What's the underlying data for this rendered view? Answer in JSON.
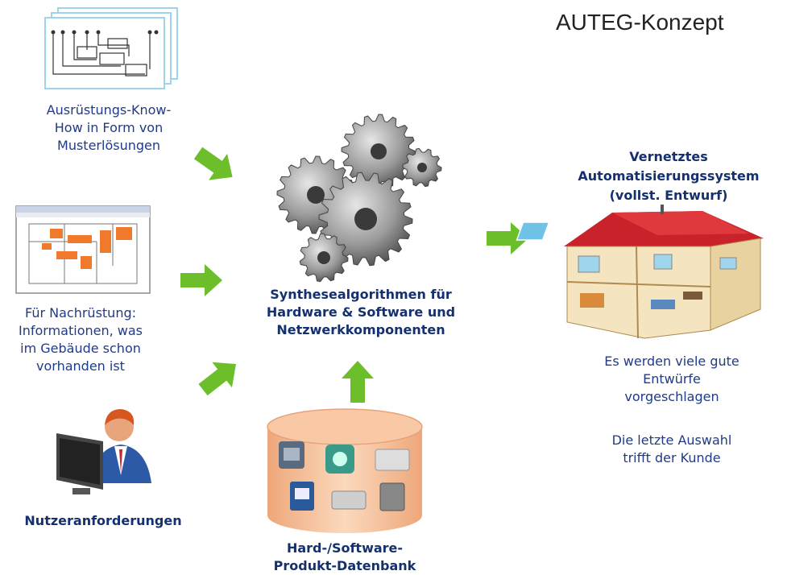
{
  "title": "AUTEG-Konzept",
  "inputs": {
    "know_how": [
      "Ausrüstungs-Know-",
      "How in Form von",
      "Musterlösungen"
    ],
    "retrofit": [
      "Für Nachrüstung:",
      "Informationen, was",
      "im Gebäude schon",
      "vorhanden ist"
    ],
    "user": "Nutzeranforderungen"
  },
  "center": [
    "Synthesealgorithmen für",
    "Hardware & Software und",
    "Netzwerkkomponenten"
  ],
  "database": [
    "Hard-/Software-",
    "Produkt-Datenbank"
  ],
  "output": {
    "title": [
      "Vernetztes",
      "Automatisierungssystem",
      "(vollst. Entwurf)"
    ],
    "note1": [
      "Es werden viele gute",
      "Entwürfe",
      "vorgeschlagen"
    ],
    "note2": [
      "Die letzte Auswahl",
      "trifft der Kunde"
    ]
  },
  "colors": {
    "arrow": "#6cbf2a",
    "text_blue": "#1f3b8a",
    "roof": "#d02a2a",
    "db": "#f6c7a1"
  }
}
